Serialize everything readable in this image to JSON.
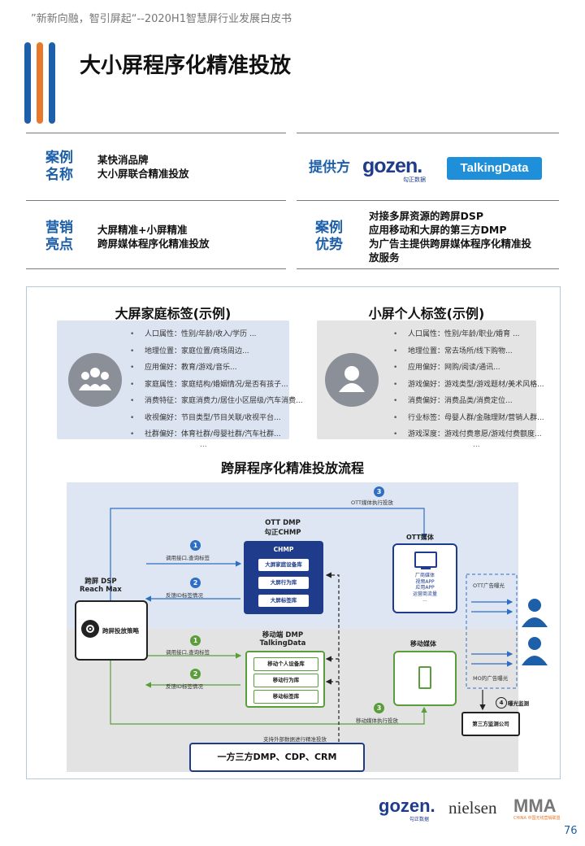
{
  "header": {
    "text": "”新新向融，智引屏起“--2020H1智慧屏行业发展白皮书"
  },
  "title": "大小屏程序化精准投放",
  "colors": {
    "accent_blue": "#1d5fa8",
    "accent_orange": "#e8792b",
    "navy": "#1f3c8c",
    "green": "#5a9e3c",
    "tv_band": "#dde6f2",
    "mobile_band": "#e3e3e3"
  },
  "info": {
    "case_name_label": "案例\n名称",
    "case_name_value": "某快消品牌\n大小屏联合精准投放",
    "provider_label": "提供方",
    "provider_logo_1": "gozen.",
    "provider_logo_1_sub": "勾正数据",
    "provider_logo_2": "TalkingData",
    "highlight_label": "营销\n亮点",
    "highlight_value": "大屏精准+小屏精准\n跨屏媒体程序化精准投放",
    "advantage_label": "案例\n优势",
    "advantage_value": "对接多屏资源的跨屏DSP\n应用移动和大屏的第三方DMP\n为广告主提供跨屏媒体程序化精准投\n放服务"
  },
  "big_screen": {
    "title": "大屏家庭标签(示例)",
    "tags": [
      "人口属性：性别/年龄/收入/学历 ...",
      "地理位置：家庭位置/商场周边...",
      "应用偏好：教育/游戏/音乐...",
      "家庭属性：家庭结构/婚姻情况/是否有孩子...",
      "消费特征：家庭消费力/居住小区层级/汽车消费...",
      "收视偏好：节目类型/节目关联/收视平台...",
      "社群偏好：体育社群/母婴社群/汽车社群..."
    ],
    "ellipsis": "...",
    "icon": "family-group-icon"
  },
  "small_screen": {
    "title": "小屏个人标签(示例)",
    "tags": [
      "人口属性：性别/年龄/职业/婚育 ...",
      "地理位置：常去场所/线下购物...",
      "应用偏好：网购/阅读/通讯...",
      "游戏偏好：游戏类型/游戏题材/美术风格...",
      "消费偏好：消费品类/消费定位...",
      "行业标签：母婴人群/金融理财/营销人群...",
      "游戏深度：游戏付费意愿/游戏付费额度..."
    ],
    "ellipsis": "...",
    "icon": "person-icon"
  },
  "flow": {
    "title": "跨屏程序化精准投放流程",
    "dsp_label": "跨屏 DSP\nReach  Max",
    "strategy": "跨屏投放策略",
    "ott_dmp_title": "OTT DMP\n勾正CHMP",
    "chmp": "CHMP",
    "chmp_rows": [
      "大屏家庭设备库",
      "大屏行为库",
      "大屏标签库"
    ],
    "mobile_dmp_title": "移动端 DMP\nTalkingData",
    "mobile_rows": [
      "移动个人设备库",
      "移动行为库",
      "移动标签库"
    ],
    "ott_media_title": "OTT媒体",
    "ott_media_list": "厂商媒体\n视频APP\n应用APP\n运营商流量\n...",
    "mobile_media_title": "移动媒体",
    "step1": "1",
    "step2": "2",
    "step3": "3",
    "step4": "4",
    "call_interface": "调用接口,查询标签",
    "feedback": "反馈ID标签情况",
    "ott_exec": "OTT媒体执行投放",
    "mobile_exec": "移动媒体执行投放",
    "ott_exposure": "OTT广告曝光",
    "mo_exposure": "MO的广告曝光",
    "monitor": "曝光监测",
    "third_party": "第三方监测公司",
    "external": "支持外部数据进行精准投放",
    "bottom_box": "一方三方DMP、CDP、CRM"
  },
  "footer": {
    "logo1": "gozen.",
    "logo1_sub": "勾正数据",
    "logo2": "nielsen",
    "logo3": "MMA",
    "logo3_sub": "CHINA 中国无线营销联盟",
    "page": "76"
  }
}
